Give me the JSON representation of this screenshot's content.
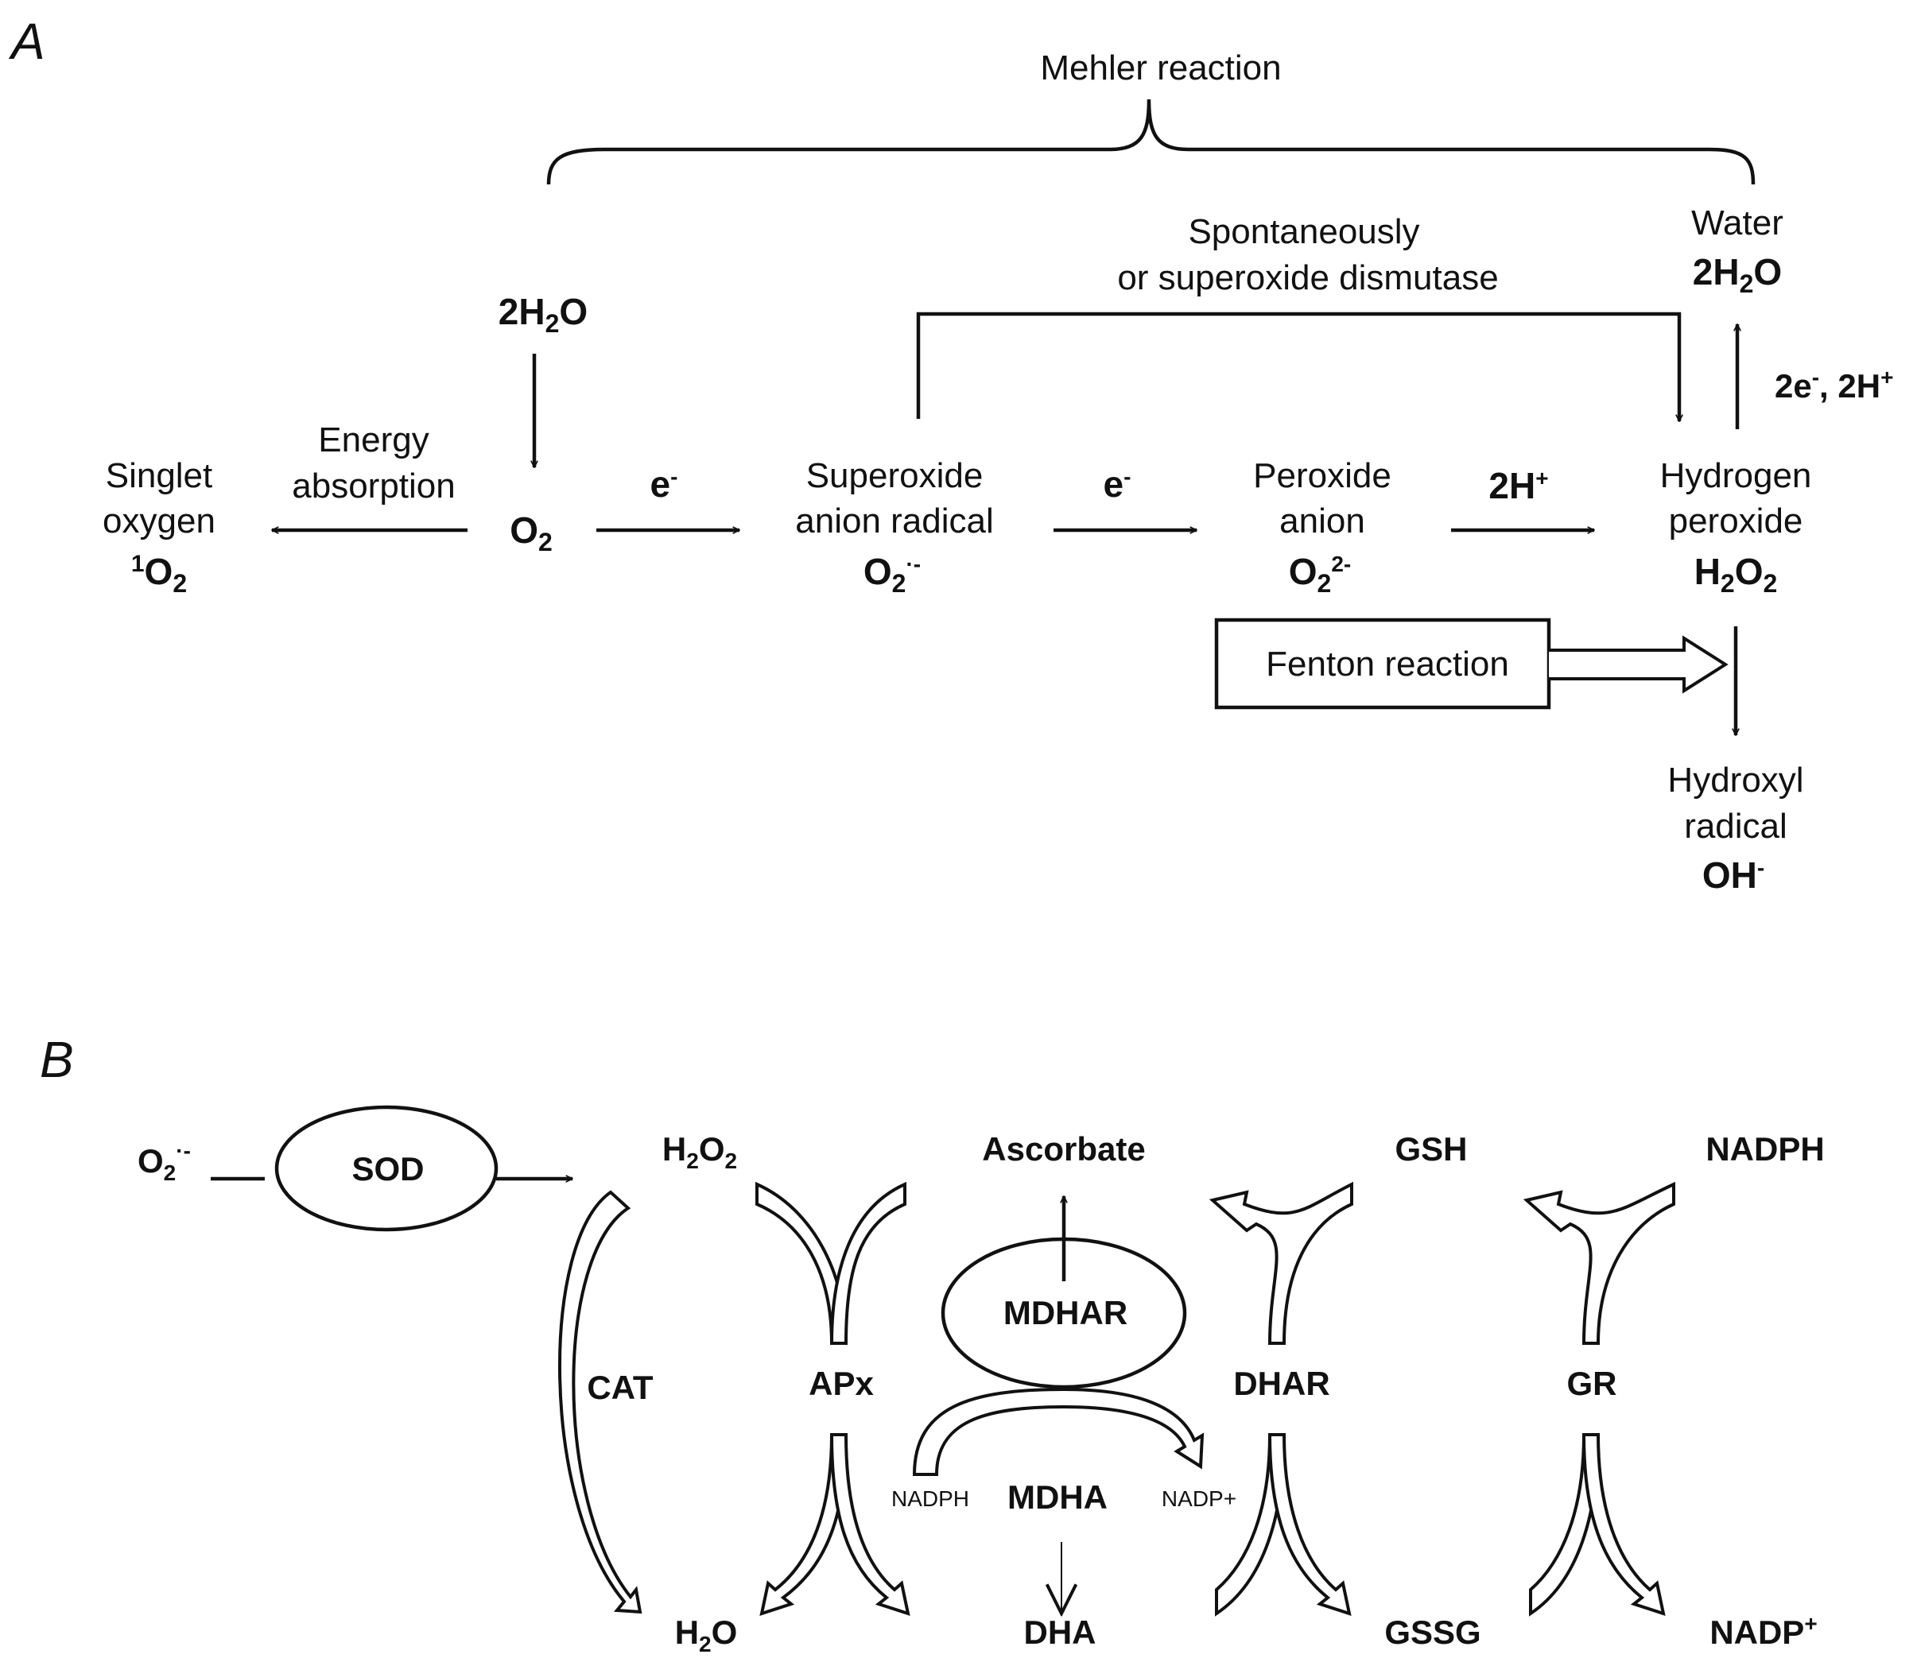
{
  "panel_a": {
    "panel_label": "A",
    "mehler": "Mehler reaction",
    "water_label": "Water",
    "water_formula": {
      "main": "2H",
      "sub": "2",
      "tail": "O"
    },
    "h2o_top": {
      "main": "2H",
      "sub": "2",
      "tail": "O"
    },
    "spont_line1": "Spontaneously",
    "spont_line2": "or superoxide dismutase",
    "energy_line1": "Energy",
    "energy_line2": "absorption",
    "singlet_line1": "Singlet",
    "singlet_line2": "oxygen",
    "singlet_formula": {
      "sup": "1",
      "main": "O",
      "sub": "2"
    },
    "o2": {
      "main": "O",
      "sub": "2"
    },
    "e1": {
      "main": "e",
      "sup": "-"
    },
    "superoxide_line1": "Superoxide",
    "superoxide_line2": "anion radical",
    "superoxide_formula": {
      "main": "O",
      "sub": "2",
      "sup": "·-"
    },
    "e2": {
      "main": "e",
      "sup": "-"
    },
    "peroxide_line1": "Peroxide",
    "peroxide_line2": "anion",
    "peroxide_formula": {
      "main": "O",
      "sub": "2",
      "sup": "2-"
    },
    "h_plus": {
      "main": "2H",
      "sup": "+"
    },
    "hydrogen_line1": "Hydrogen",
    "hydrogen_line2": "peroxide",
    "h2o2": {
      "a": "H",
      "sub1": "2",
      "b": "O",
      "sub2": "2"
    },
    "electrons": {
      "a": "2e",
      "sup1": "-",
      "b": ", 2H",
      "sup2": "+"
    },
    "fenton": "Fenton reaction",
    "hydroxyl_line1": "Hydroxyl",
    "hydroxyl_line2": "radical",
    "hydroxyl_formula": {
      "main": "OH",
      "sup": "-"
    }
  },
  "panel_b": {
    "panel_label": "B",
    "o2_radical": {
      "main": "O",
      "sub": "2",
      "sup": "·-"
    },
    "sod": "SOD",
    "h2o2": {
      "a": "H",
      "sub1": "2",
      "b": "O",
      "sub2": "2"
    },
    "ascorbate": "Ascorbate",
    "gsh": "GSH",
    "nadph_top": "NADPH",
    "cat": "CAT",
    "apx": "APx",
    "mdhar": "MDHAR",
    "dhar": "DHAR",
    "gr": "GR",
    "nadph_small": "NADPH",
    "mdha": "MDHA",
    "nadp_small": "NADP+",
    "h2o": {
      "a": "H",
      "sub": "2",
      "b": "O"
    },
    "dha": "DHA",
    "gssg": "GSSG",
    "nadp_bottom": {
      "main": "NADP",
      "sup": "+"
    }
  }
}
